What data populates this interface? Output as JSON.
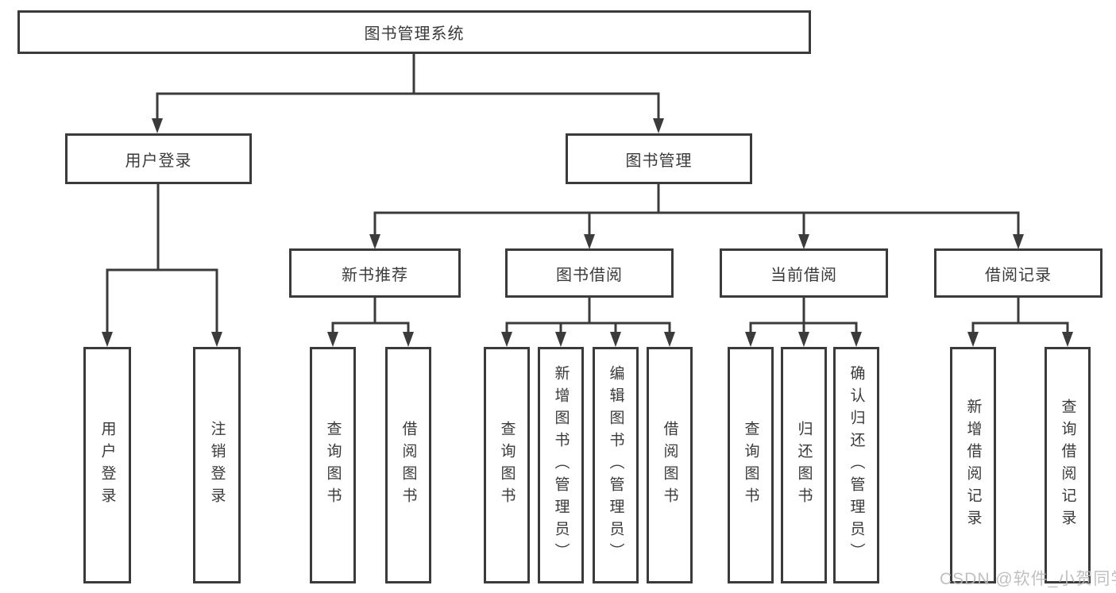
{
  "nodes": {
    "root": "图书管理系统",
    "user_login": "用户登录",
    "book_mgmt": "图书管理",
    "new_book_rec": "新书推荐",
    "book_borrow": "图书借阅",
    "current_borrow": "当前借阅",
    "borrow_record": "借阅记录",
    "leaf_user_login": "用户登录",
    "leaf_logout": "注销登录",
    "leaf_nbr_query": "查询图书",
    "leaf_nbr_borrow": "借阅图书",
    "leaf_bb_query": "查询图书",
    "leaf_bb_add": "新增图书（管理员）",
    "leaf_bb_edit": "编辑图书（管理员）",
    "leaf_bb_borrow": "借阅图书",
    "leaf_cb_query": "查询图书",
    "leaf_cb_return": "归还图书",
    "leaf_cb_confirm": "确认归还（管理员）",
    "leaf_br_add": "新增借阅记录",
    "leaf_br_query": "查询借阅记录"
  },
  "watermark": "CSDN @软件_小贺同学",
  "colors": {
    "line": "#3b3b3b",
    "text": "#3a3a3a",
    "box_bg": "#ffffff",
    "watermark": "#b9b9b9"
  }
}
